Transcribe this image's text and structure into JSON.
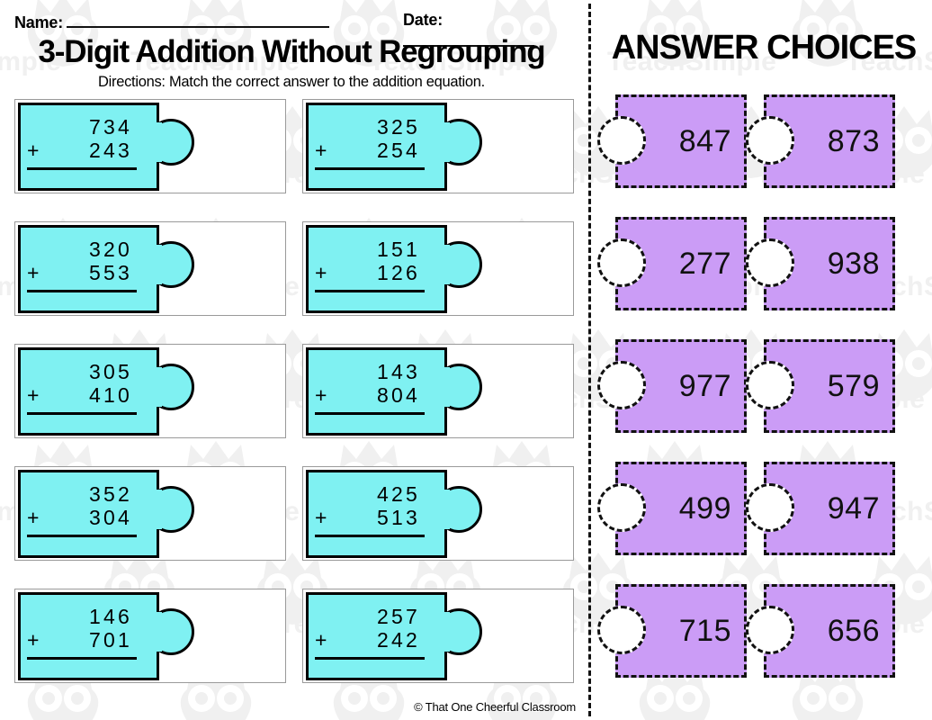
{
  "header": {
    "name_label": "Name:",
    "date_label": "Date:",
    "title": "3-Digit Addition Without Regrouping",
    "directions": "Directions: Match the correct answer to the addition equation."
  },
  "equations": [
    [
      {
        "addend1": "734",
        "addend2": "243",
        "operator": "+"
      },
      {
        "addend1": "325",
        "addend2": "254",
        "operator": "+"
      }
    ],
    [
      {
        "addend1": "320",
        "addend2": "553",
        "operator": "+"
      },
      {
        "addend1": "151",
        "addend2": "126",
        "operator": "+"
      }
    ],
    [
      {
        "addend1": "305",
        "addend2": "410",
        "operator": "+"
      },
      {
        "addend1": "143",
        "addend2": "804",
        "operator": "+"
      }
    ],
    [
      {
        "addend1": "352",
        "addend2": "304",
        "operator": "+"
      },
      {
        "addend1": "425",
        "addend2": "513",
        "operator": "+"
      }
    ],
    [
      {
        "addend1": "146",
        "addend2": "701",
        "operator": "+"
      },
      {
        "addend1": "257",
        "addend2": "242",
        "operator": "+"
      }
    ]
  ],
  "answers": {
    "header": "ANSWER CHOICES",
    "rows": [
      [
        {
          "value": "847"
        },
        {
          "value": "873"
        }
      ],
      [
        {
          "value": "277"
        },
        {
          "value": "938"
        }
      ],
      [
        {
          "value": "977"
        },
        {
          "value": "579"
        }
      ],
      [
        {
          "value": "499"
        },
        {
          "value": "947"
        }
      ],
      [
        {
          "value": "715"
        },
        {
          "value": "656"
        }
      ]
    ]
  },
  "footer": {
    "credit": "© That One Cheerful Classroom"
  },
  "watermark": {
    "text": "TeachSimple",
    "color": "#f0f0f0"
  },
  "colors": {
    "puzzle_cyan": "#7ff1f2",
    "answer_purple": "#cb9cf6",
    "ink": "#111111",
    "cell_border": "#9a9a9a"
  }
}
